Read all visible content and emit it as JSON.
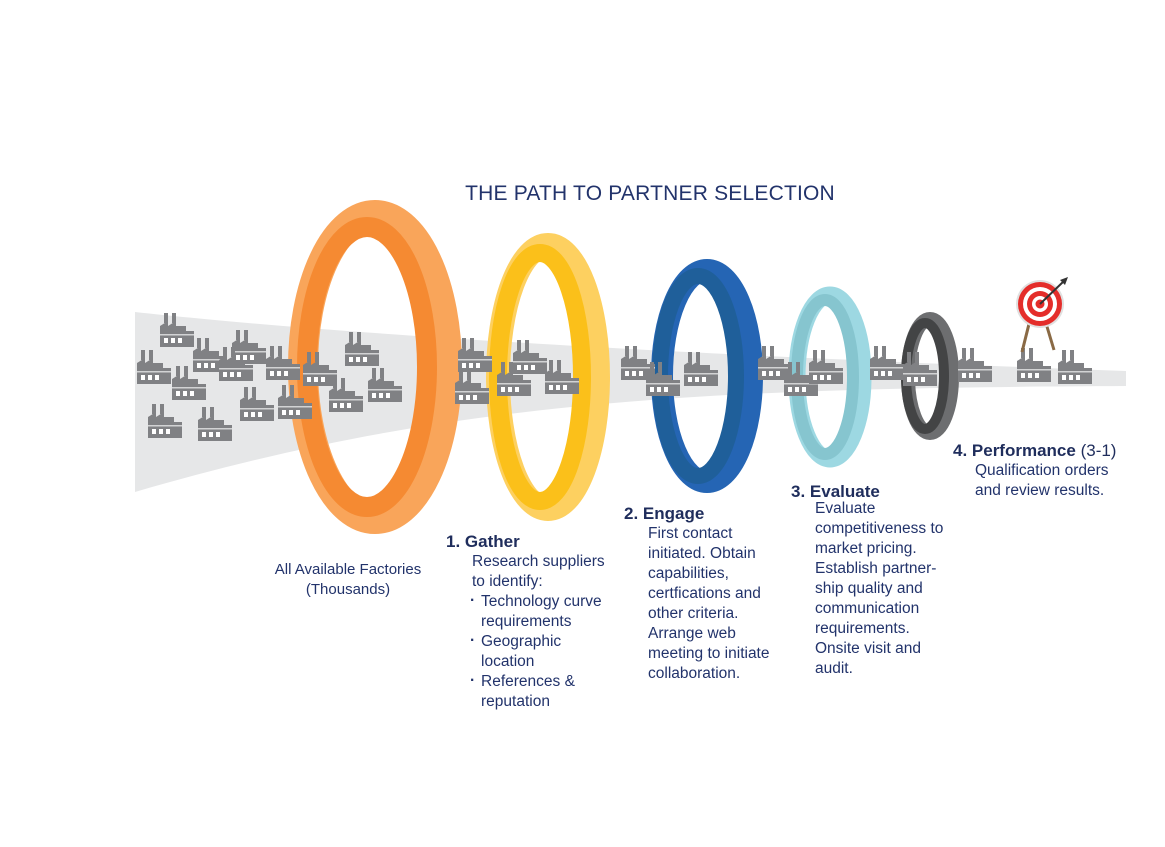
{
  "title": "THE PATH TO PARTNER SELECTION",
  "funnel": {
    "start_label_line1": "All Available Factories",
    "start_label_line2": "(Thousands)",
    "band_color": "#e6e7e8",
    "factory_color": "#808184"
  },
  "rings": [
    {
      "name": "ring-orange",
      "front": "#f58a32",
      "back": "#f9a55a"
    },
    {
      "name": "ring-yellow",
      "front": "#fbc01a",
      "back": "#fdd060"
    },
    {
      "name": "ring-blue",
      "front": "#1f5f9a",
      "back": "#2565b4"
    },
    {
      "name": "ring-teal",
      "front": "#86c5cf",
      "back": "#9dd8e2"
    },
    {
      "name": "ring-dark",
      "front": "#434445",
      "back": "#6d6e70"
    }
  ],
  "steps": [
    {
      "heading": "1. Gather",
      "intro_line1": "Research suppliers",
      "intro_line2": "to identify:",
      "bullets": [
        {
          "line1": "Technology curve",
          "line2": "requirements"
        },
        {
          "line1": "Geographic",
          "line2": "location"
        },
        {
          "line1": "References &",
          "line2": "reputation"
        }
      ]
    },
    {
      "heading": "2. Engage",
      "lines": [
        "First contact",
        "initiated. Obtain",
        "capabilities,",
        "certfications and",
        "other criteria.",
        "Arrange web",
        "meeting to initiate",
        "collaboration."
      ]
    },
    {
      "heading": "3. Evaluate",
      "lines": [
        "Evaluate",
        "competitiveness to",
        "market pricing.",
        "Establish partner-",
        "ship quality and",
        "communication",
        "requirements.",
        "Onsite visit and",
        "audit."
      ]
    },
    {
      "heading": "4. Performance",
      "heading_suffix": "(3-1)",
      "lines": [
        "Qualification orders",
        "and review results."
      ]
    }
  ],
  "target": {
    "icon": "target-icon",
    "ring_red": "#e42d2a",
    "stand": "#8a6a45"
  }
}
